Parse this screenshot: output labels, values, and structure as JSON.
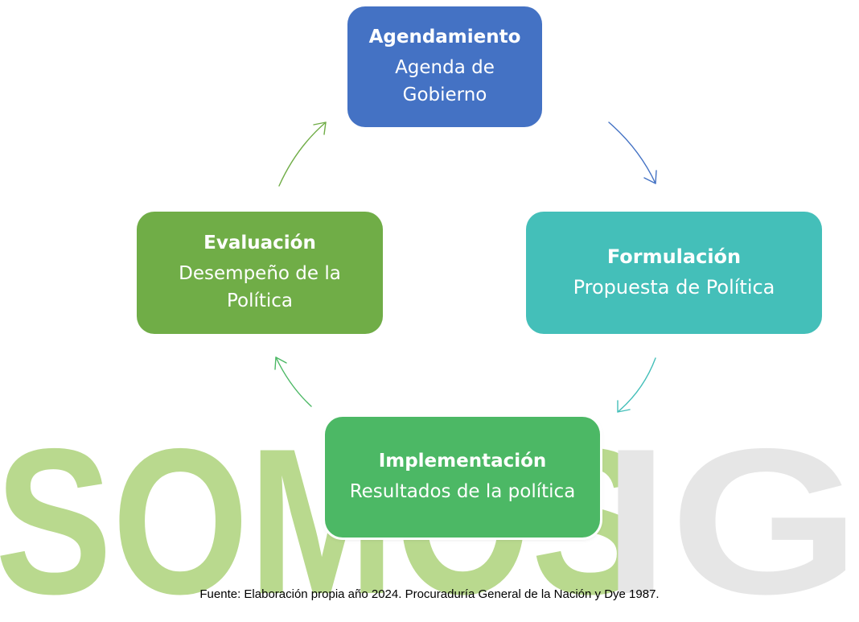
{
  "watermark": {
    "green_text": "SOMOS",
    "gray_text": "IG",
    "green_color": "#b9d98e",
    "gray_color": "#e6e6e6"
  },
  "cycle": {
    "nodes": [
      {
        "title": "Agendamiento",
        "subtitle": "Agenda de Gobierno",
        "color": "#4472c4"
      },
      {
        "title": "Formulación",
        "subtitle": "Propuesta de Política",
        "color": "#44bfb9"
      },
      {
        "title": "Implementación",
        "subtitle": "Resultados de la política",
        "color": "#4cb865"
      },
      {
        "title": "Evaluación",
        "subtitle": "Desempeño de la Política",
        "color": "#70ad47"
      }
    ],
    "arrows": [
      {
        "from": "Agendamiento",
        "to": "Formulación",
        "color": "#4472c4"
      },
      {
        "from": "Formulación",
        "to": "Implementación",
        "color": "#44bfb9"
      },
      {
        "from": "Implementación",
        "to": "Evaluación",
        "color": "#4cb865"
      },
      {
        "from": "Evaluación",
        "to": "Agendamiento",
        "color": "#70ad47"
      }
    ]
  },
  "caption": "Fuente: Elaboración propia año 2024. Procuraduría General de la Nación y Dye 1987."
}
